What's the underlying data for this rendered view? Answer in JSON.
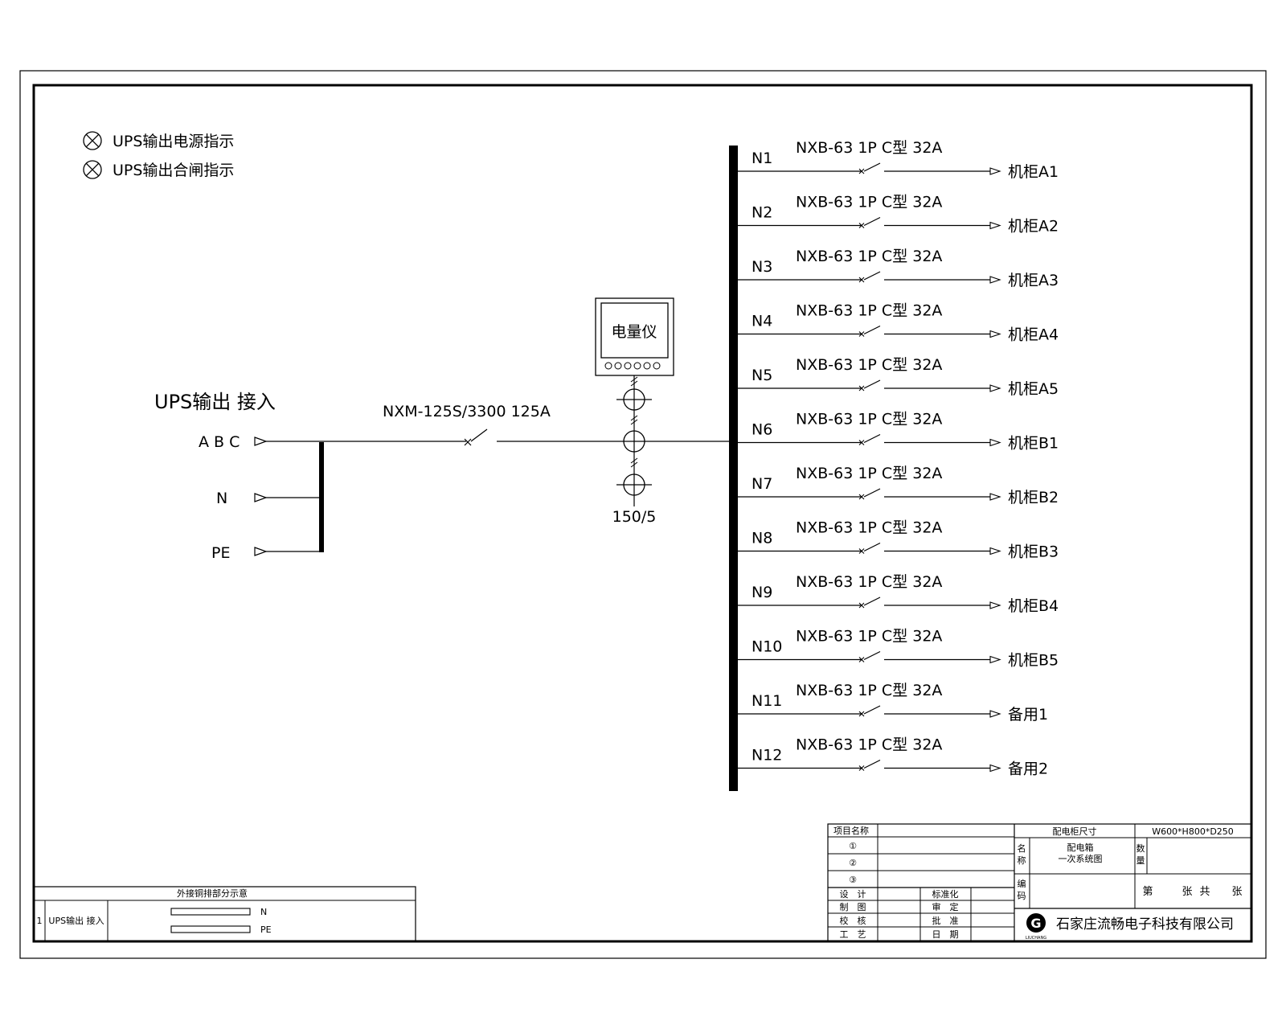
{
  "legend": {
    "items": [
      {
        "label": "UPS输出电源指示"
      },
      {
        "label": "UPS输出合闸指示"
      }
    ]
  },
  "input": {
    "title": "UPS输出 接入",
    "phases": [
      "A B C",
      "N",
      "PE"
    ]
  },
  "main_breaker": {
    "label": "NXM-125S/3300 125A"
  },
  "meter": {
    "label": "电量仪"
  },
  "ct": {
    "ratio": "150/5"
  },
  "branches": [
    {
      "id": "N1",
      "breaker": "NXB-63 1P C型 32A",
      "target": "机柜A1"
    },
    {
      "id": "N2",
      "breaker": "NXB-63 1P C型 32A",
      "target": "机柜A2"
    },
    {
      "id": "N3",
      "breaker": "NXB-63 1P C型 32A",
      "target": "机柜A3"
    },
    {
      "id": "N4",
      "breaker": "NXB-63 1P C型 32A",
      "target": "机柜A4"
    },
    {
      "id": "N5",
      "breaker": "NXB-63 1P C型 32A",
      "target": "机柜A5"
    },
    {
      "id": "N6",
      "breaker": "NXB-63 1P C型 32A",
      "target": "机柜B1"
    },
    {
      "id": "N7",
      "breaker": "NXB-63 1P C型 32A",
      "target": "机柜B2"
    },
    {
      "id": "N8",
      "breaker": "NXB-63 1P C型 32A",
      "target": "机柜B3"
    },
    {
      "id": "N9",
      "breaker": "NXB-63 1P C型 32A",
      "target": "机柜B4"
    },
    {
      "id": "N10",
      "breaker": "NXB-63 1P C型 32A",
      "target": "机柜B5"
    },
    {
      "id": "N11",
      "breaker": "NXB-63 1P C型 32A",
      "target": "备用1"
    },
    {
      "id": "N12",
      "breaker": "NXB-63 1P C型 32A",
      "target": "备用2"
    }
  ],
  "busbar_table": {
    "title": "外接铜排部分示意",
    "row_no": "1",
    "row_label": "UPS输出 接入",
    "bars": [
      "N",
      "PE"
    ]
  },
  "title_block": {
    "project_name_label": "项目名称",
    "circ1": "①",
    "circ2": "②",
    "circ3": "③",
    "design": "设　计",
    "draw": "制　图",
    "check": "校　核",
    "craft": "工　艺",
    "standard": "标准化",
    "review": "审　定",
    "approve": "批　准",
    "date": "日　期",
    "size_label": "配电柜尺寸",
    "size_value": "W600*H800*D250",
    "name_label_1": "名",
    "name_label_2": "称",
    "name_value_1": "配电箱",
    "name_value_2": "一次系统图",
    "qty_label_1": "数",
    "qty_label_2": "量",
    "code_label_1": "编",
    "code_label_2": "码",
    "sheet_di": "第",
    "sheet_zhang1": "张",
    "sheet_gong": "共",
    "sheet_zhang2": "张",
    "logo_letter": "G",
    "logo_sub": "LIUCHANG",
    "company": "石家庄流畅电子科技有限公司"
  }
}
